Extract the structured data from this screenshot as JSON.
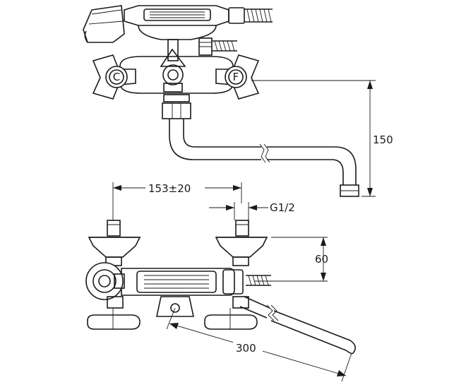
{
  "dimensions": {
    "height": "150",
    "axis_spacing": "153±20",
    "thread": "G1/2",
    "inlet_depth": "60",
    "spout_length": "300"
  },
  "knob_letters": {
    "cold": "C",
    "hot": "F"
  },
  "colors": {
    "line": "#1a1a1a",
    "background": "#ffffff"
  }
}
